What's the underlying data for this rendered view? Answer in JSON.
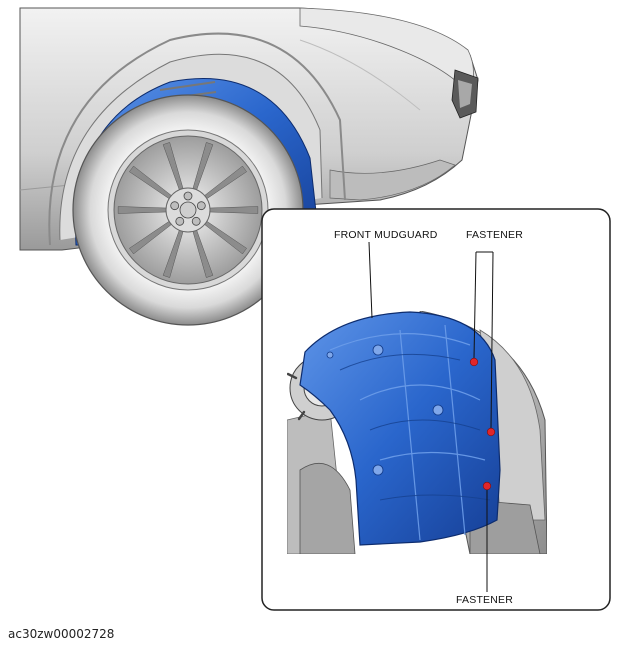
{
  "figure": {
    "labels": {
      "front_mudguard": "FRONT MUDGUARD",
      "fastener_top": "FASTENER",
      "fastener_bottom": "FASTENER"
    },
    "figure_code": "ac30zw00002728",
    "colors": {
      "mudguard_blue": "#2a66cc",
      "fastener_red": "#e0262a",
      "outline": "#222222"
    }
  }
}
